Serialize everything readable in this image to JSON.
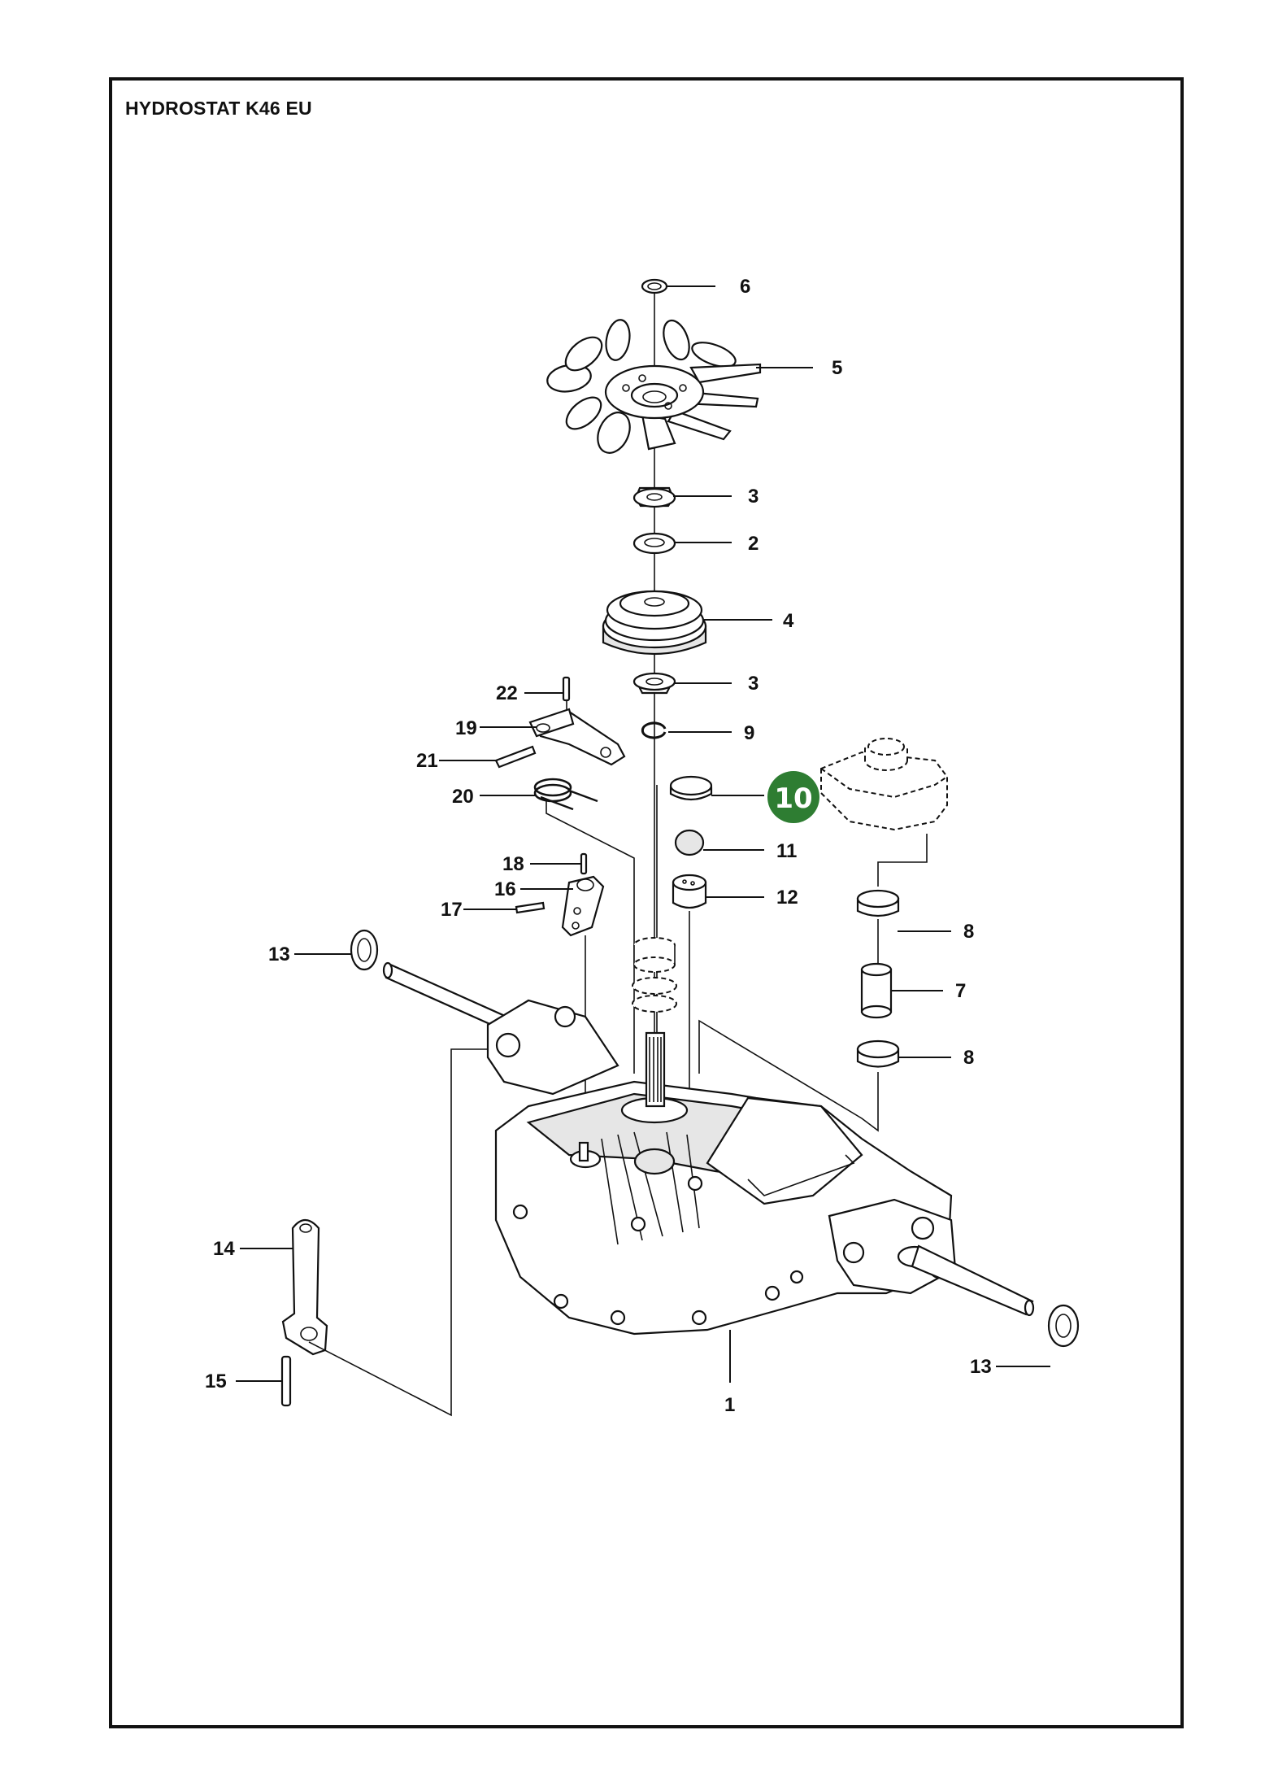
{
  "title": "HYDROSTAT K46 EU",
  "highlighted_callout": "10",
  "highlight_color": "#2e7d32",
  "callouts": [
    "6",
    "5",
    "3",
    "2",
    "4",
    "3",
    "22",
    "19",
    "9",
    "21",
    "10",
    "20",
    "11",
    "18",
    "16",
    "12",
    "17",
    "13",
    "8",
    "7",
    "8",
    "14",
    "13",
    "15",
    "1"
  ]
}
